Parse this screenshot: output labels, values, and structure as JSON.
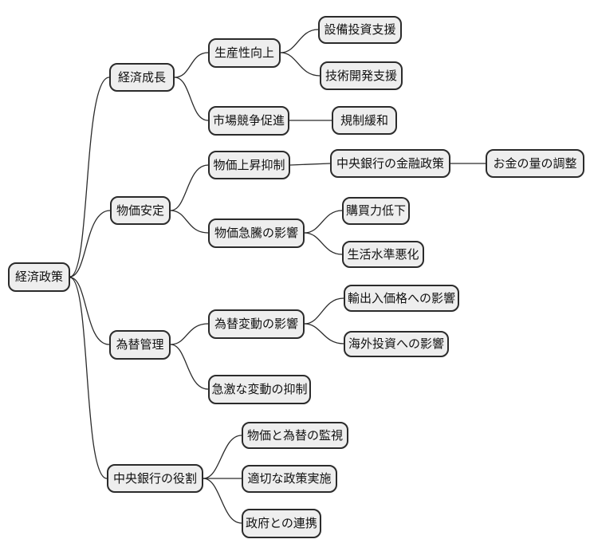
{
  "diagram": {
    "type": "mindmap",
    "direction": "left-to-right",
    "colors": {
      "background": "#ffffff",
      "node_fill": "#eeeeee",
      "node_border": "#2b2b2b",
      "edge": "#2b2b2b",
      "text": "#111111"
    },
    "root": {
      "label": "経済政策"
    },
    "branches": [
      {
        "label": "経済成長",
        "children": [
          {
            "label": "生産性向上",
            "children": [
              {
                "label": "設備投資支援"
              },
              {
                "label": "技術開発支援"
              }
            ]
          },
          {
            "label": "市場競争促進",
            "children": [
              {
                "label": "規制緩和"
              }
            ]
          }
        ]
      },
      {
        "label": "物価安定",
        "children": [
          {
            "label": "物価上昇抑制",
            "children": [
              {
                "label": "中央銀行の金融政策",
                "children": [
                  {
                    "label": "お金の量の調整"
                  }
                ]
              }
            ]
          },
          {
            "label": "物価急騰の影響",
            "children": [
              {
                "label": "購買力低下"
              },
              {
                "label": "生活水準悪化"
              }
            ]
          }
        ]
      },
      {
        "label": "為替管理",
        "children": [
          {
            "label": "為替変動の影響",
            "children": [
              {
                "label": "輸出入価格への影響"
              },
              {
                "label": "海外投資への影響"
              }
            ]
          },
          {
            "label": "急激な変動の抑制"
          }
        ]
      },
      {
        "label": "中央銀行の役割",
        "children": [
          {
            "label": "物価と為替の監視"
          },
          {
            "label": "適切な政策実施"
          },
          {
            "label": "政府との連携"
          }
        ]
      }
    ]
  }
}
